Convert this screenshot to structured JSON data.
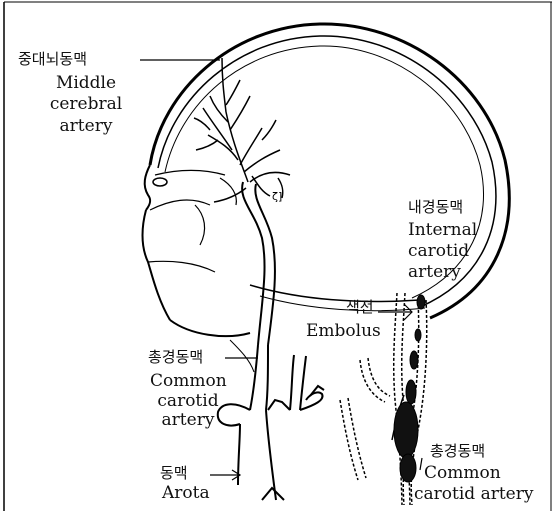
{
  "labels": {
    "mca": {
      "ko": "중대뇌동맥",
      "en1": "Middle",
      "en2": "cerebral",
      "en3": "artery"
    },
    "ica": {
      "ko": "내경동맥",
      "en1": "Internal",
      "en2": "carotid",
      "en3": "artery"
    },
    "embolus": {
      "ko": "색전",
      "en1": "Embolus"
    },
    "cca_left": {
      "ko": "총경동맥",
      "en1": "Common",
      "en2": "carotid",
      "en3": "artery"
    },
    "aorta": {
      "ko": "동맥",
      "en1": "Arota"
    },
    "cca_right": {
      "ko": "총경동맥",
      "en1": "Common",
      "en2": "carotid artery"
    }
  }
}
